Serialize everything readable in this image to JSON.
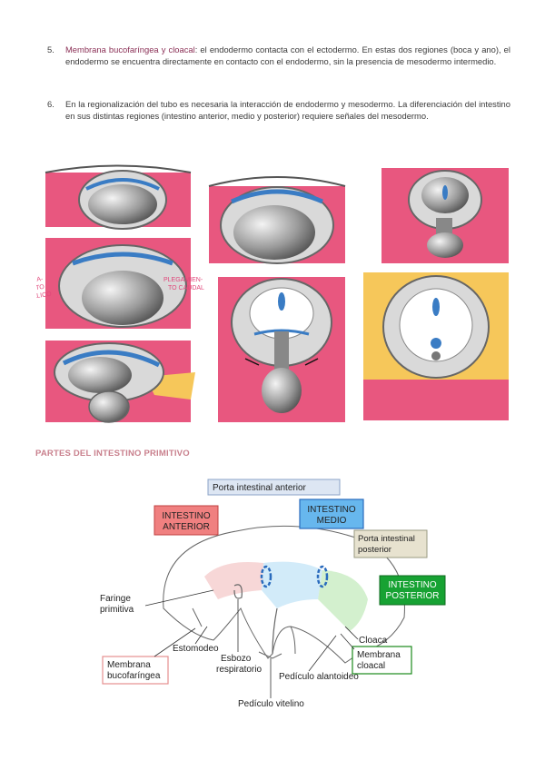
{
  "items": [
    {
      "number": "5.",
      "highlight": "Membrana bucofaríngea y cloacal",
      "text": ": el endodermo contacta con el ectodermo. En estas dos regiones (boca y ano), el endodermo se encuentra directamente en contacto con el endodermo, sin la presencia de mesodermo intermedio."
    },
    {
      "number": "6.",
      "text": "En la regionalización del tubo es necesaria la interacción de endodermo y mesodermo. La diferenciación del intestino en sus distintas regiones (intestino anterior, medio y posterior) requiere señales del mesodermo."
    }
  ],
  "figure1": {
    "label_left": "PLEGA-\nMIENTO\nCEFÁLICO",
    "label_right": "PLEGAMIEN-\nTO CAUDAL",
    "colors": {
      "pink": "#e8577f",
      "blue": "#3a7cc4",
      "yellow": "#f6c75a",
      "gray": "#6d6d6d"
    }
  },
  "section_title": "PARTES DEL INTESTINO PRIMITIVO",
  "diagram": {
    "labels": {
      "porta_anterior": "Porta intestinal anterior",
      "intestino_anterior": "INTESTINO\nANTERIOR",
      "intestino_medio": "INTESTINO\nMEDIO",
      "porta_posterior": "Porta intestinal\nposterior",
      "intestino_posterior": "INTESTINO\nPOSTERIOR",
      "faringe": "Faringe\nprimitiva",
      "estomodeo": "Estomodeo",
      "membrana_buco": "Membrana\nbucofaríngea",
      "esbozo": "Esbozo\nrespiratorio",
      "pediculo_alantoideo": "Pedículo alantoideo",
      "cloaca": "Cloaca",
      "membrana_cloacal": "Membrana\ncloacal",
      "pediculo_vitelino": "Pedículo vitelino"
    },
    "colors": {
      "anterior": "#f08080",
      "medio": "#67b7ee",
      "porta_posterior": "#e7e2cf",
      "posterior": "#17a233",
      "membrana_cloacal": "#1a8a1a",
      "membrana_buco": "#e58f8f"
    }
  }
}
